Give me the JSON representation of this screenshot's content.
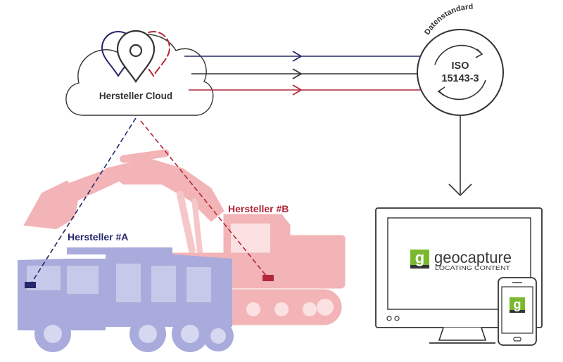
{
  "cloud": {
    "label": "Hersteller Cloud"
  },
  "standard": {
    "arc_label": "Datenstandard",
    "line1": "ISO",
    "line2": "15143-3"
  },
  "manufacturer_a": {
    "label": "Hersteller #A"
  },
  "manufacturer_b": {
    "label": "Hersteller #B"
  },
  "brand": {
    "name": "geocapture",
    "tagline": "LOCATING CONTENT",
    "logo_letter": "g"
  },
  "colors": {
    "navy": "#25286b",
    "red": "#b2283a",
    "dark": "#333333",
    "truck": "#a9abdc",
    "excavator": "#f2b4b6",
    "brand_green": "#7cb82f"
  }
}
